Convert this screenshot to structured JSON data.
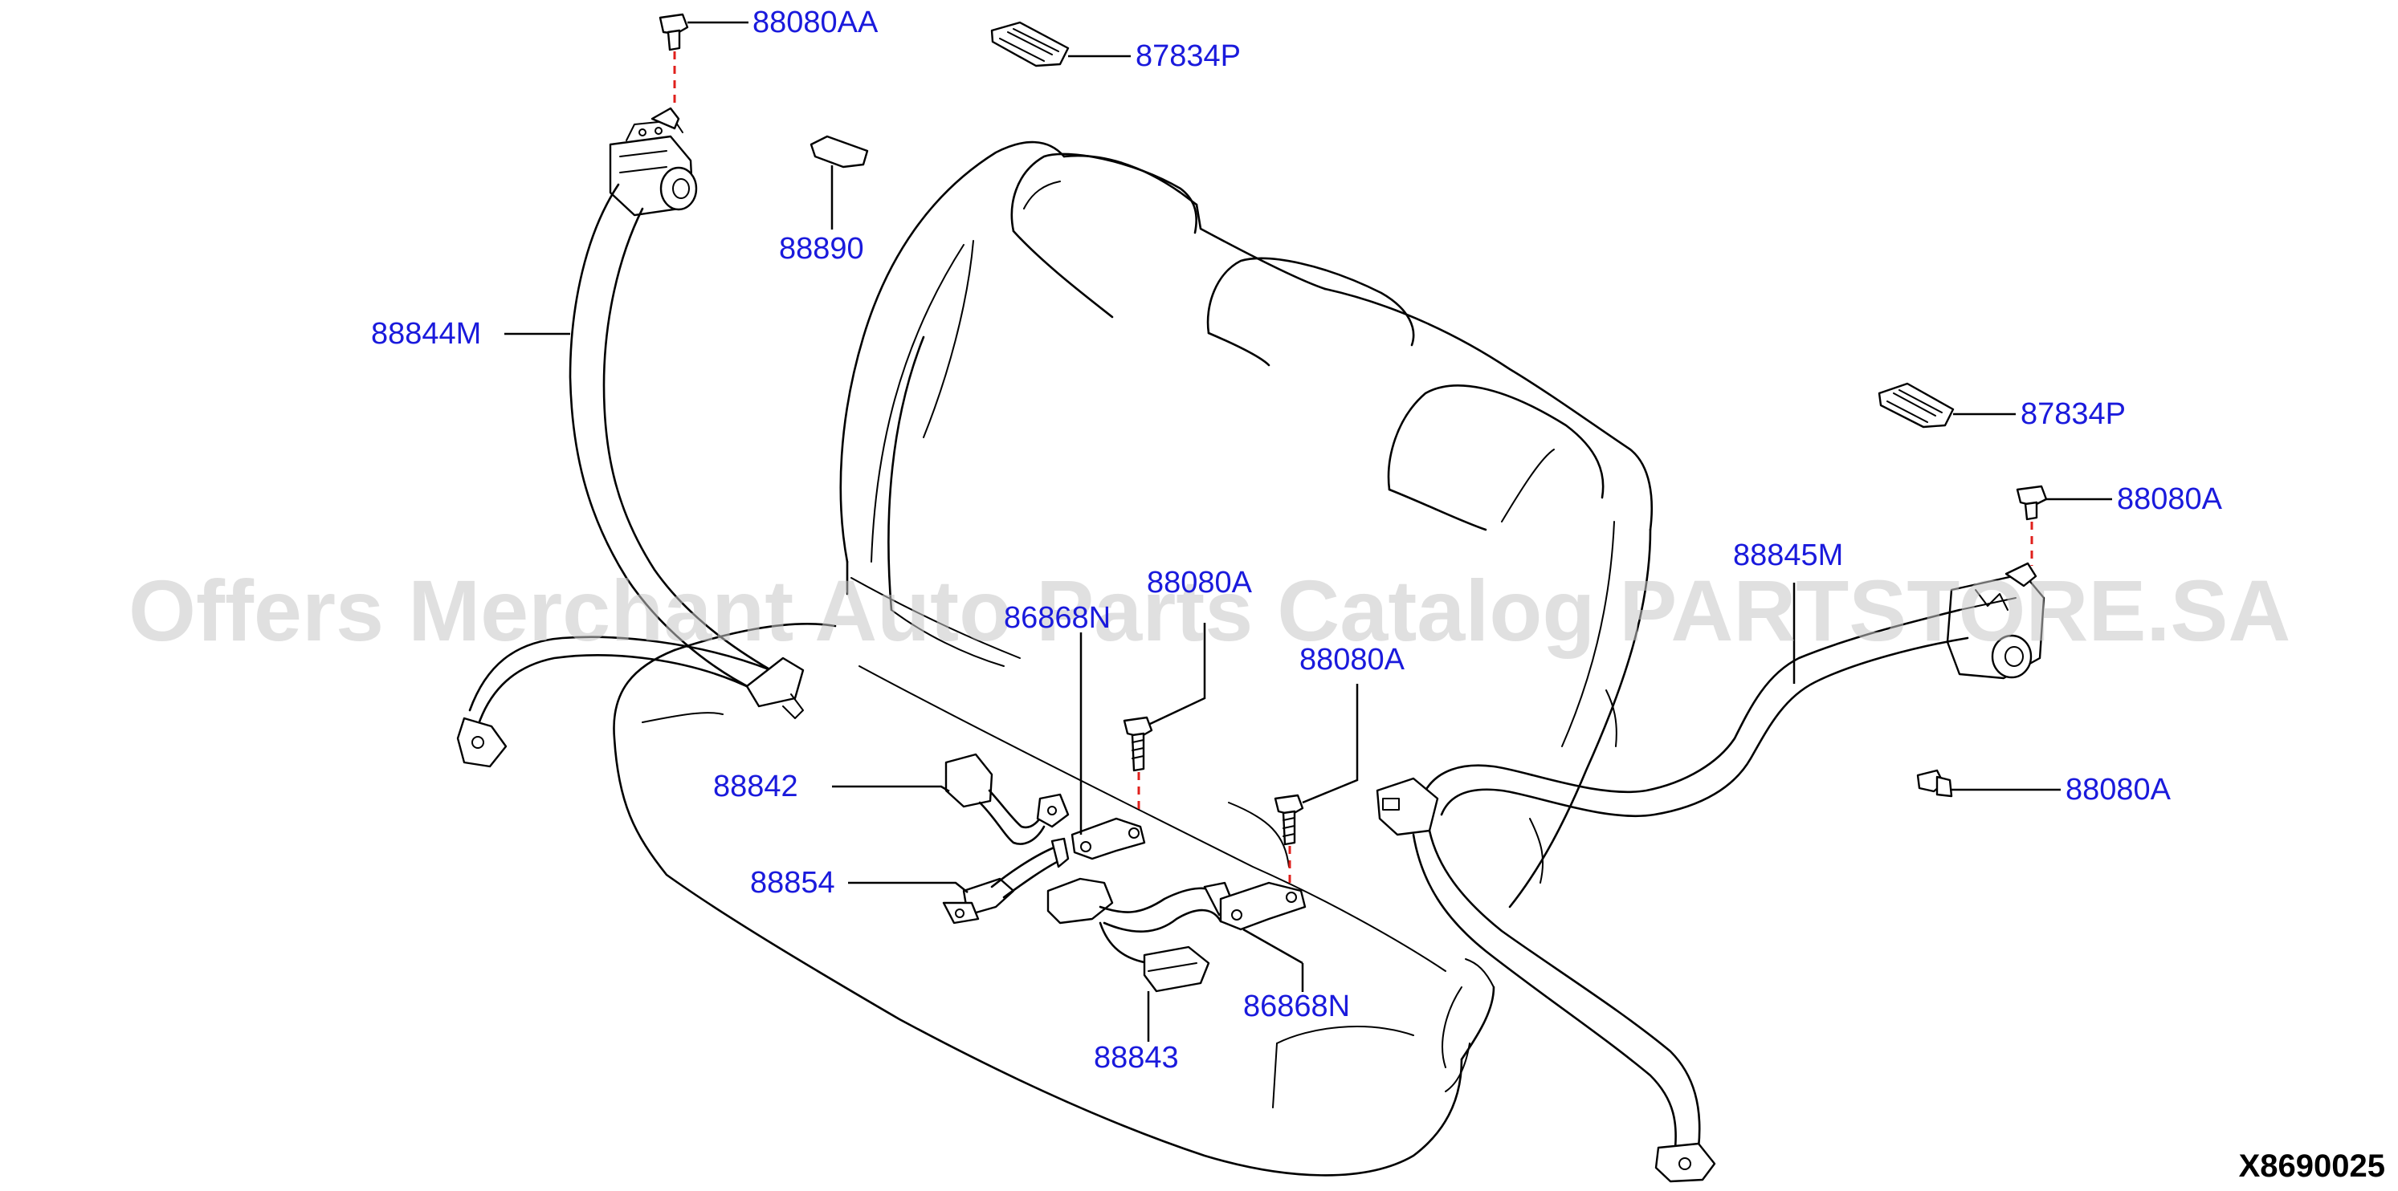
{
  "diagram": {
    "code": "X8690025",
    "watermark": "Offers Merchant Auto Parts Catalog PARTSTORE.SA",
    "colors": {
      "label": "#1a1adc",
      "line": "#000000",
      "centerline": "#e0201c",
      "watermark": "#c8c8c8",
      "background": "#ffffff"
    },
    "parts": [
      {
        "number": "88080AA"
      },
      {
        "number": "87834P"
      },
      {
        "number": "88890"
      },
      {
        "number": "88844M"
      },
      {
        "number": "87834P"
      },
      {
        "number": "88080A"
      },
      {
        "number": "88845M"
      },
      {
        "number": "88080A"
      },
      {
        "number": "86868N"
      },
      {
        "number": "88080A"
      },
      {
        "number": "88080A"
      },
      {
        "number": "88842"
      },
      {
        "number": "88854"
      },
      {
        "number": "86868N"
      },
      {
        "number": "88843"
      }
    ]
  }
}
